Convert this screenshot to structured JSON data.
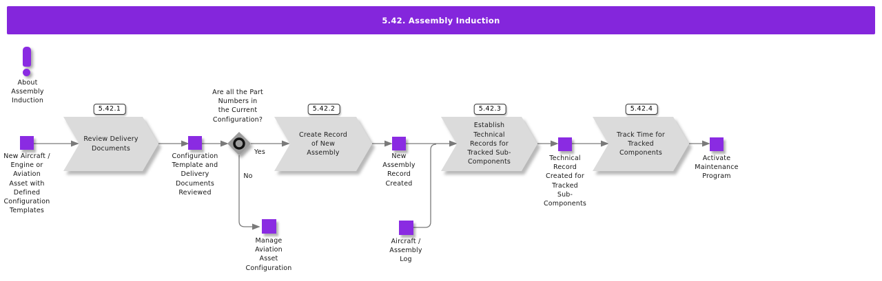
{
  "title": "5.42. Assembly Induction",
  "colors": {
    "header": "#8426DC",
    "node": "#8A2BE2",
    "chevron": "#DBDBDB",
    "line": "#7A7A7A"
  },
  "about": {
    "label": "About\nAssembly\nInduction"
  },
  "decision": {
    "question": "Are all the Part\nNumbers in\nthe Current\nConfiguration?",
    "yes_label": "Yes",
    "no_label": "No"
  },
  "steps": [
    {
      "id": "5.42.1",
      "label": "Review Delivery\nDocuments"
    },
    {
      "id": "5.42.2",
      "label": "Create Record\nof New\nAssembly"
    },
    {
      "id": "5.42.3",
      "label": "Establish\nTechnical\nRecords for\nTracked Sub-\nComponents"
    },
    {
      "id": "5.42.4",
      "label": "Track Time for\nTracked\nComponents"
    }
  ],
  "nodes": {
    "start": "New Aircraft /\nEngine or\nAviation\nAsset with\nDefined\nConfiguration\nTemplates",
    "config_reviewed": "Configuration\nTemplate and\nDelivery\nDocuments\nReviewed",
    "manage_config": "Manage\nAviation\nAsset\nConfiguration",
    "assembly_created": "New\nAssembly\nRecord\nCreated",
    "aircraft_log": "Aircraft /\nAssembly\nLog",
    "tech_record": "Technical\nRecord\nCreated for\nTracked\nSub-\nComponents",
    "activate": "Activate\nMaintenance\nProgram"
  }
}
